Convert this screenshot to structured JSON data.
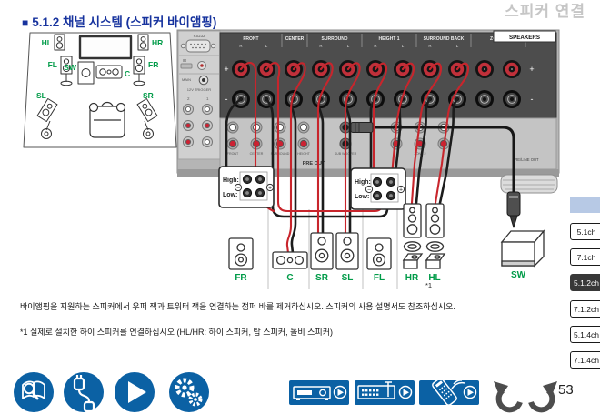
{
  "colors": {
    "title_blue": "#17339e",
    "header_gray": "#c6c6c6",
    "label_green": "#009b48",
    "wire_red": "#c8252c",
    "wire_black": "#1c1c1c",
    "footer_blue": "#0b61a4",
    "tab_selected_bg": "#383838",
    "tab_marker_blue": "#b7c9e5",
    "panel_dark_gray": "#4d4d4d",
    "panel_light_gray": "#b5b5b5"
  },
  "header": {
    "page_section": "스피커 연결",
    "bullet": "■",
    "title": "5.1.2 채널 시스템 (스피커 바이앰핑)"
  },
  "room": {
    "hl": "HL",
    "hr": "HR",
    "fl": "FL",
    "fr": "FR",
    "sw": "SW",
    "c": "C",
    "sl": "SL",
    "sr": "SR"
  },
  "rear": {
    "rs232": "RS232",
    "ir": "IR",
    "main": "MAIN",
    "trigger": "12V TRIGGER",
    "sections": [
      "FRONT",
      "CENTER",
      "SURROUND",
      "HEIGHT 1",
      "SURROUND BACK",
      "ZONE 2"
    ],
    "r": "R",
    "l": "L",
    "plus": "+",
    "minus": "-",
    "speakers": "SPEAKERS",
    "preout": {
      "label": "PRE OUT",
      "line": "PRE/LINE OUT",
      "l": "L",
      "r": "R",
      "jacks": [
        "FRONT",
        "CENTER",
        "SURROUND",
        "HEIGHT",
        "SUB WOOFER",
        "ZONE 2"
      ]
    }
  },
  "biamp": {
    "high": "High:",
    "low": "Low:",
    "minus": "−",
    "plus": "+"
  },
  "bottom": {
    "speakers": [
      "FR",
      "C",
      "SR",
      "SL",
      "FL",
      "HR",
      "HL"
    ],
    "sw": "SW",
    "note": "*1"
  },
  "tabs": [
    {
      "label": "5.1ch",
      "selected": false
    },
    {
      "label": "7.1ch",
      "selected": false
    },
    {
      "label": "5.1.2ch",
      "selected": true
    },
    {
      "label": "7.1.2ch",
      "selected": false
    },
    {
      "label": "5.1.4ch",
      "selected": false
    },
    {
      "label": "7.1.4ch",
      "selected": false
    }
  ],
  "notes": {
    "line1": "바이앰핑을 지원하는 스피커에서 우퍼 잭과 트위터 잭을 연결하는 점퍼 바를 제거하십시오. 스피커의 사용 설명서도 참조하십시오.",
    "line2": "*1 실제로 설치한 하이 스피커를 연결하십시오 (HL/HR: 하이 스피커, 탑 스피커, 돌비 스피커)"
  },
  "footer": {
    "page": "53",
    "icons": [
      "manual-search",
      "connections",
      "playback",
      "settings"
    ],
    "device_buttons": [
      "front-panel-view",
      "rear-panel-view",
      "remote-view"
    ],
    "nav": [
      "undo",
      "redo"
    ]
  }
}
